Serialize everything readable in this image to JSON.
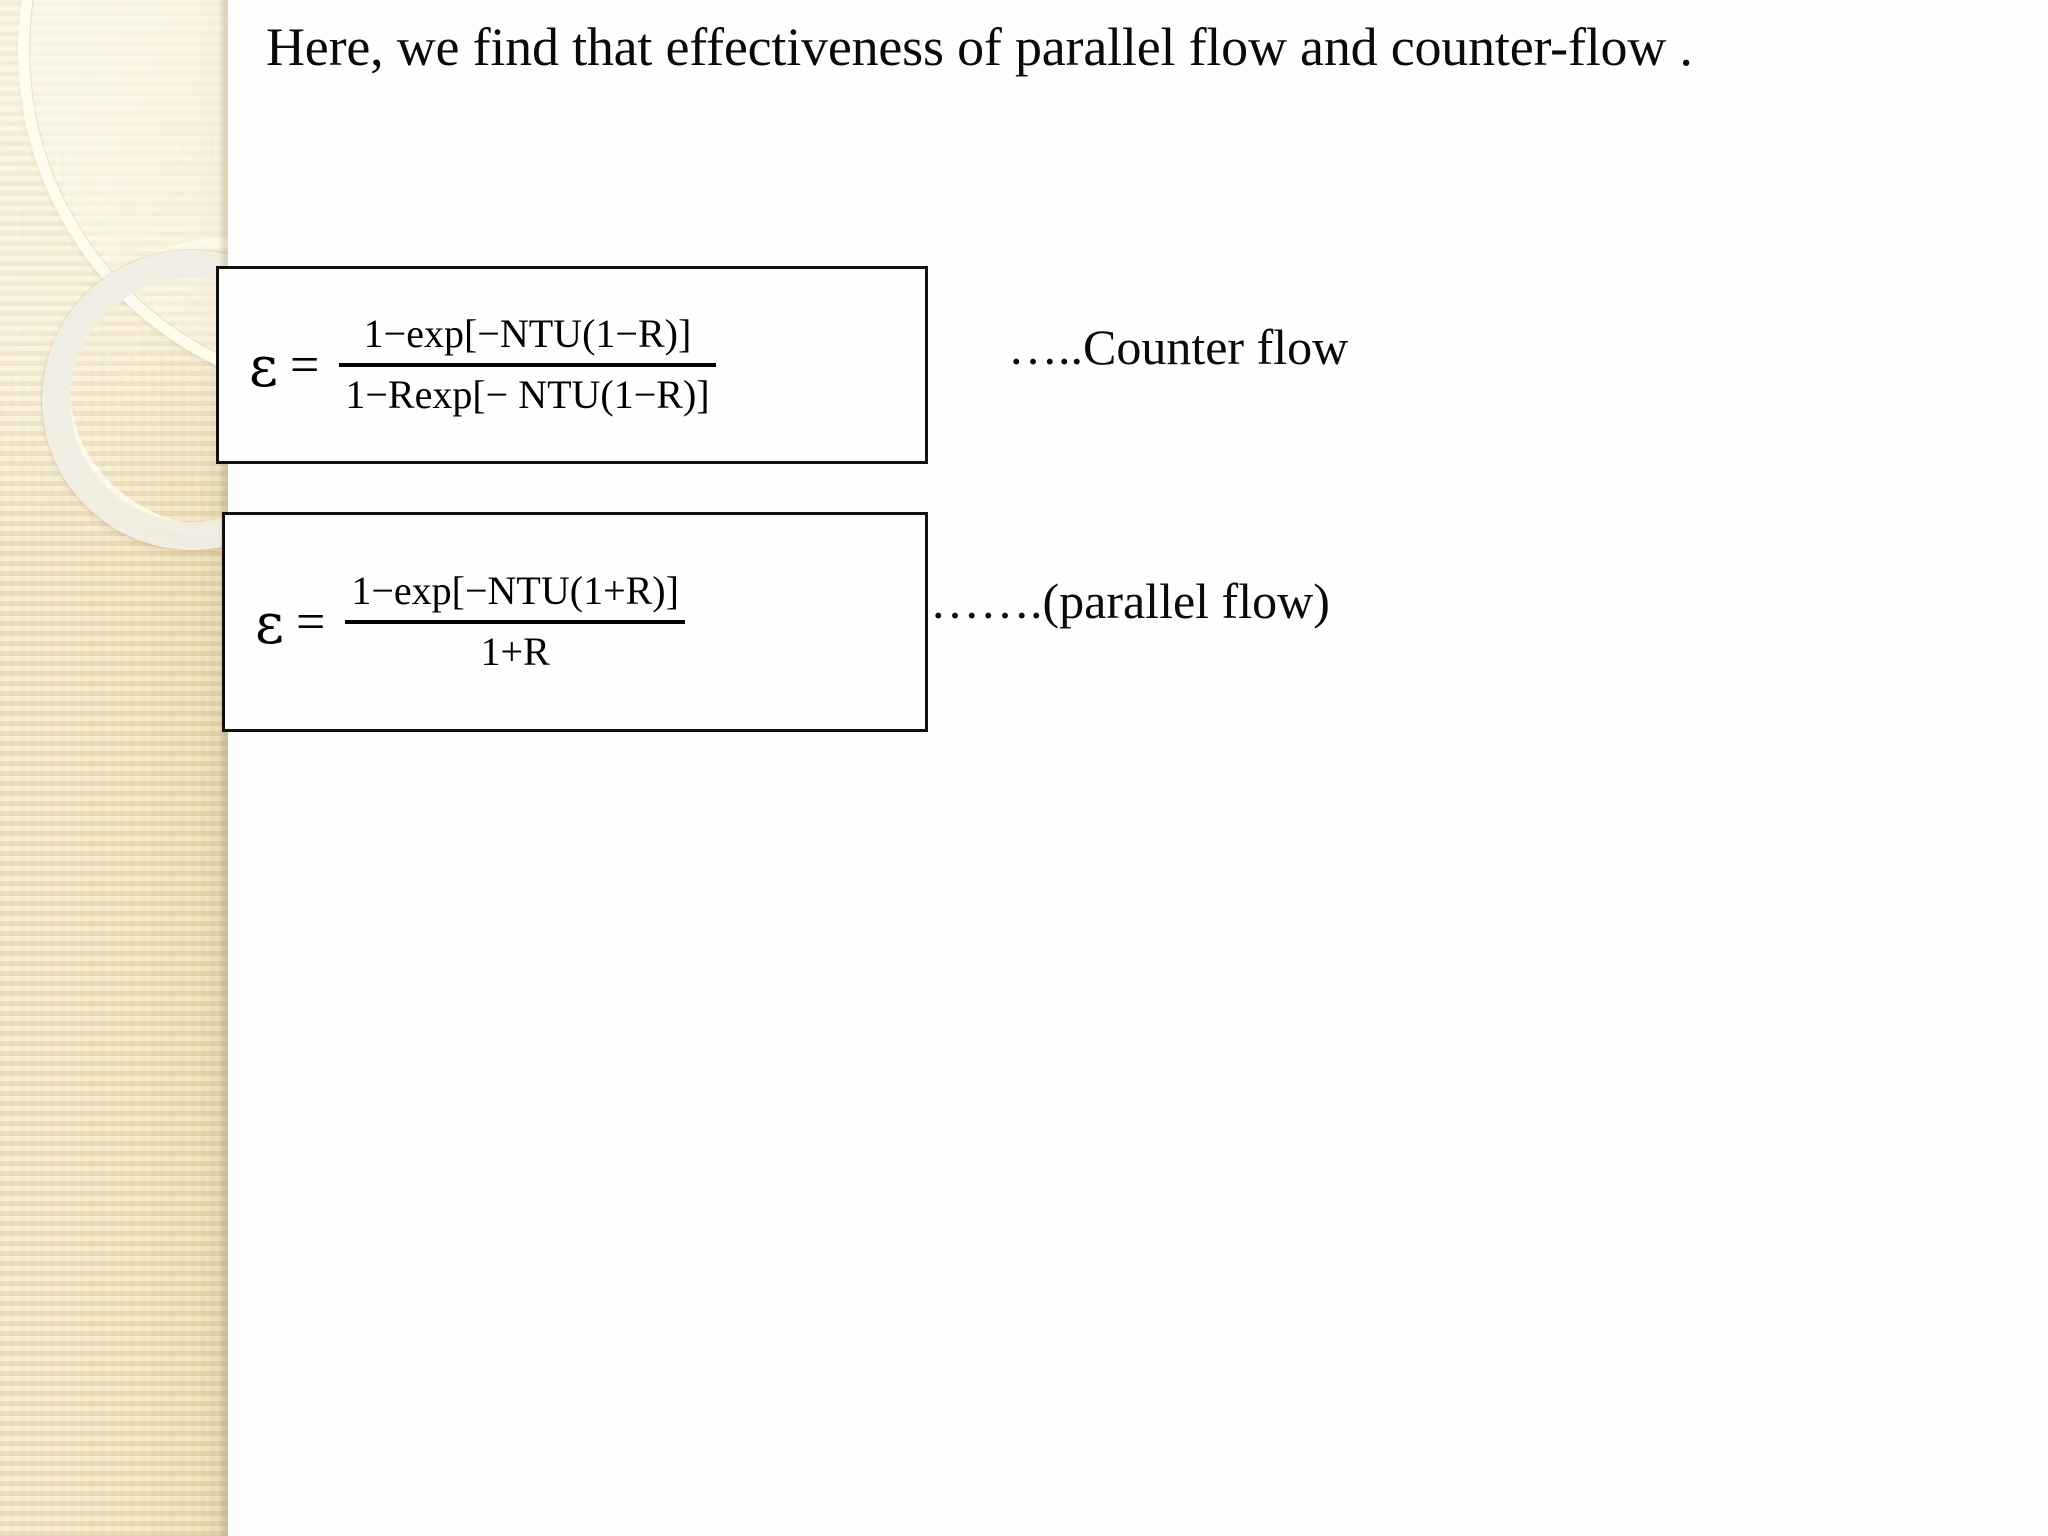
{
  "slide": {
    "background_color": "#fefefc",
    "decoration": {
      "band_color": "#f2e5c4",
      "accent_color": "#fffbee",
      "ring_color": "#f0eee4",
      "name": "beige-textured-band-with-rings"
    },
    "heading": {
      "text": "Here, we find that effectiveness of parallel flow and counter-flow ."
    },
    "equations": [
      {
        "id": "counter-flow",
        "lhs_symbol": "ε",
        "equals": "=",
        "numerator": "1−exp[−NTU(1−R)]",
        "denominator": "1−Rexp[− NTU(1−R)]",
        "caption": "…..Counter flow"
      },
      {
        "id": "parallel-flow",
        "lhs_symbol": "ε",
        "equals": "=",
        "numerator": "1−exp[−NTU(1+R)]",
        "denominator": "1+R",
        "caption": "…….(parallel flow)"
      }
    ]
  }
}
